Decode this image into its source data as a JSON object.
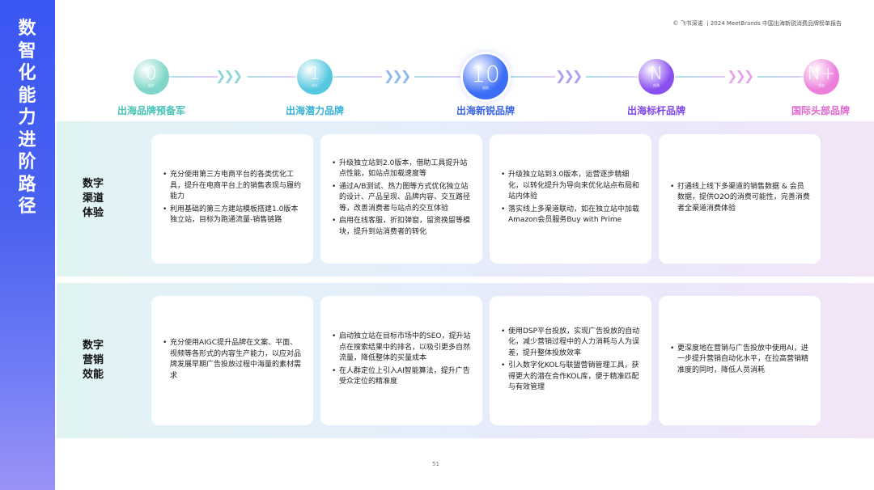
{
  "side_title": "数\n智\n化\n能\n力\n进\n阶\n路\n径",
  "source": "© 飞书深诺 丨2024 MeetBrands 中国出海新锐消费品牌榜单报告",
  "stages": [
    {
      "num": "0",
      "tag": "起步",
      "label": "出海品牌预备军",
      "color": "#7fd6c8",
      "label_color": "#47c2b6"
    },
    {
      "num": "1",
      "tag": "成长",
      "label": "出海潜力品牌",
      "color": "#55c8e0",
      "label_color": "#35b2d6"
    },
    {
      "num": "10",
      "tag": "进阶",
      "label": "出海新锐品牌",
      "color": "#3a6cf5",
      "label_color": "#3a64e8"
    },
    {
      "num": "N",
      "tag": "成熟",
      "label": "出海标杆品牌",
      "color": "#8a4ff0",
      "label_color": "#7f45e8"
    },
    {
      "num": "N+",
      "tag": "领先",
      "label": "国际头部品牌",
      "color": "#ec7fdc",
      "label_color": "#e066cf"
    }
  ],
  "rows": [
    {
      "label": "数字\n渠道\n体验",
      "cards": [
        {
          "items": [
            "充分使用第三方电商平台的各类优化工具，提升在电商平台上的销售表现与履约能力",
            "利用基础的第三方建站模板搭建1.0版本独立站，目标为跑通流量-销售链路"
          ]
        },
        {
          "items": [
            "升级独立站到2.0版本，借助工具提升站点性能，如站点加载速度等",
            "通过A/B测试、热力图等方式优化独立站的设计、产品呈现、品牌内容、交互路径等，改善消费者与站点的交互体验",
            "启用在线客服，折扣弹窗，留资挽留等模块，提升到站消费者的转化"
          ]
        },
        {
          "items": [
            "升级独立站到3.0版本，运营逐步精细化，以转化提升为导向来优化站点布局和站内体验",
            "落实线上多渠道联动，如在独立站中加载Amazon会员服务Buy with Prime"
          ]
        },
        {
          "items": [
            "打通线上线下多渠道的销售数据 & 会员数据，提供O2O的消费可能性，完善消费者全渠道消费体验"
          ]
        }
      ]
    },
    {
      "label": "数字\n营销\n效能",
      "cards": [
        {
          "items": [
            "充分使用AIGC提升品牌在文案、平面、视频等各形式的内容生产能力，以应对品牌发展早期广告投放过程中海量的素材需求"
          ]
        },
        {
          "items": [
            "启动独立站在目标市场中的SEO，提升站点在搜索结果中的排名，以吸引更多自然流量，降低整体的买量成本",
            "在人群定位上引入AI智能算法，提升广告受众定位的精准度"
          ]
        },
        {
          "items": [
            "使用DSP平台投放，实现广告投放的自动化，减少营销过程中的人力消耗与人为误差，提升整体投放效率",
            "引入数字化KOL与联盟营销管理工具，获得更大的潜在合作KOL库，便于精准匹配与有效管理"
          ]
        },
        {
          "items": [
            "更深度地在营销与广告投放中使用AI，进一步提升营销自动化水平，在拉高营销精准度的同时，降低人员消耗"
          ]
        }
      ]
    }
  ],
  "page_number": "51",
  "colors": {
    "accent": "#3b57f2"
  }
}
